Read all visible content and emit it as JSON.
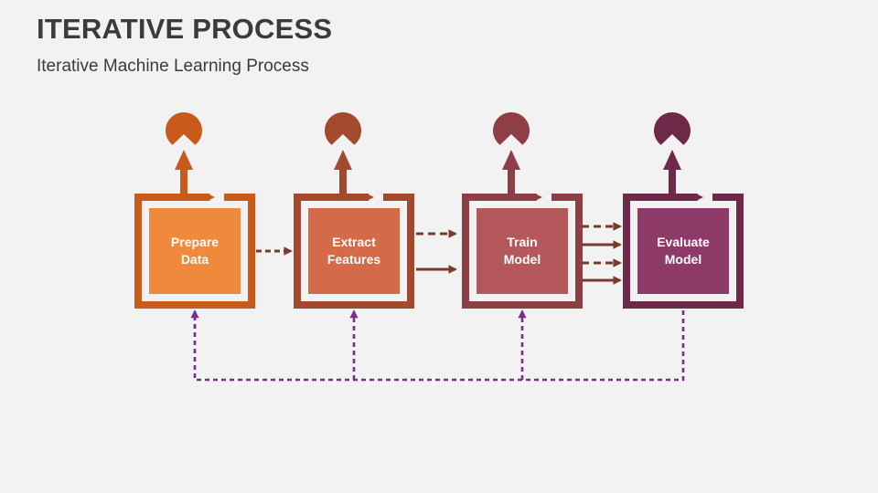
{
  "title": "ITERATIVE PROCESS",
  "subtitle": "Iterative Machine Learning Process",
  "steps": [
    {
      "label": "Prepare\nData",
      "frame_color": "#c95a1a",
      "inner_color": "#ef8a3c"
    },
    {
      "label": "Extract\nFeatures",
      "frame_color": "#a34a2e",
      "inner_color": "#d46a48"
    },
    {
      "label": "Train\nModel",
      "frame_color": "#8e3e45",
      "inner_color": "#b4585c"
    },
    {
      "label": "Evaluate\nModel",
      "frame_color": "#6e2848",
      "inner_color": "#8e3a68"
    }
  ],
  "colors": {
    "background": "#f2f2f2",
    "title": "#3b3b3b",
    "connector_arrows": "#7a3a2a",
    "feedback_loop": "#7b2c8c"
  }
}
